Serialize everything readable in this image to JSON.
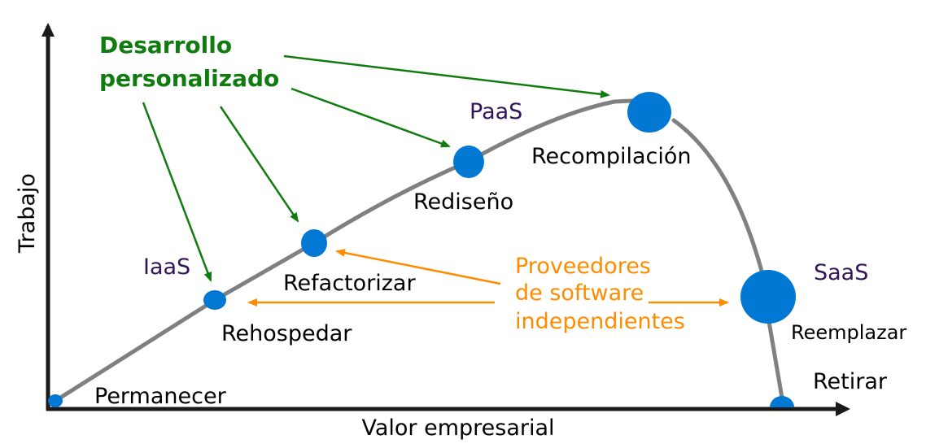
{
  "diagram": {
    "axes": {
      "x_label": "Valor empresarial",
      "y_label": "Trabajo"
    },
    "colors": {
      "axis": "#1a1a1a",
      "curve": "#808080",
      "node": "#0078d4",
      "green": "#107c10",
      "orange": "#ff8c00",
      "category": "#32145a",
      "text": "#000000"
    },
    "nodes": [
      {
        "id": "permanecer",
        "label": "Permanecer"
      },
      {
        "id": "rehospedar",
        "label": "Rehospedar"
      },
      {
        "id": "refactorizar",
        "label": "Refactorizar"
      },
      {
        "id": "rediseno",
        "label": "Rediseño"
      },
      {
        "id": "recompilacion",
        "label": "Recompilación"
      },
      {
        "id": "reemplazar",
        "label": "Reemplazar"
      },
      {
        "id": "retirar",
        "label": "Retirar"
      }
    ],
    "categories": {
      "iaas": "IaaS",
      "paas": "PaaS",
      "saas": "SaaS"
    },
    "custom_dev": {
      "line1": "Desarrollo",
      "line2": "personalizado",
      "targets": [
        "rehospedar",
        "refactorizar",
        "rediseno",
        "recompilacion"
      ]
    },
    "isv": {
      "line1": "Proveedores",
      "line2": "de software",
      "line3": "independientes",
      "targets": [
        "refactorizar",
        "rehospedar",
        "reemplazar"
      ]
    }
  }
}
